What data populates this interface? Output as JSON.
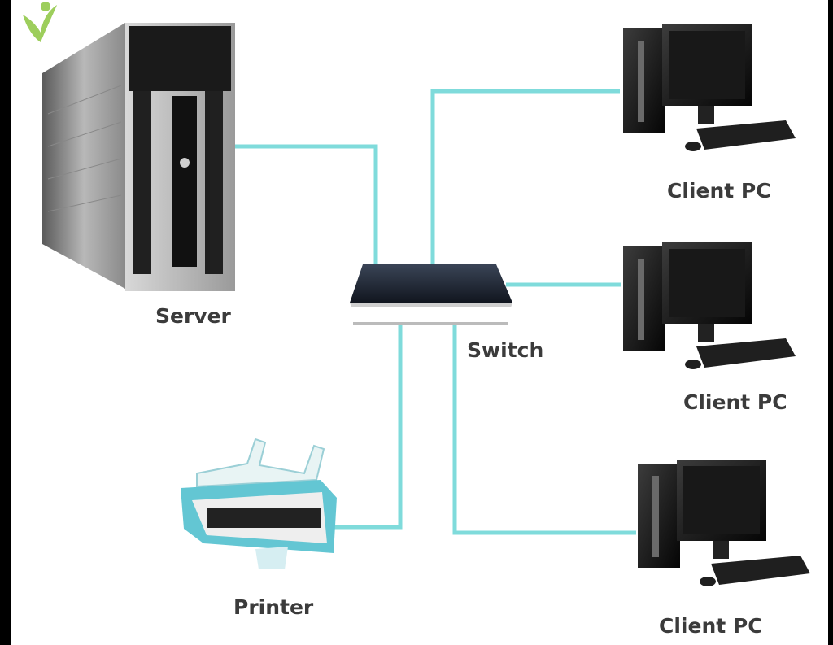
{
  "diagram": {
    "nodes": [
      {
        "id": "server",
        "label": "Server",
        "icon": "server-tower-icon"
      },
      {
        "id": "switch",
        "label": "Switch",
        "icon": "network-switch-icon"
      },
      {
        "id": "printer",
        "label": "Printer",
        "icon": "printer-icon"
      },
      {
        "id": "client1",
        "label": "Client PC",
        "icon": "desktop-pc-icon"
      },
      {
        "id": "client2",
        "label": "Client PC",
        "icon": "desktop-pc-icon"
      },
      {
        "id": "client3",
        "label": "Client PC",
        "icon": "desktop-pc-icon"
      }
    ],
    "edges": [
      {
        "from": "server",
        "to": "switch"
      },
      {
        "from": "switch",
        "to": "client1"
      },
      {
        "from": "switch",
        "to": "client2"
      },
      {
        "from": "switch",
        "to": "client3"
      },
      {
        "from": "switch",
        "to": "printer"
      }
    ]
  },
  "colors": {
    "cable": "#7fdbdb",
    "label": "#3b3b3b",
    "background": "#ffffff",
    "logo": "#8cc63f"
  },
  "logo_icon": "leaf-logo-icon"
}
